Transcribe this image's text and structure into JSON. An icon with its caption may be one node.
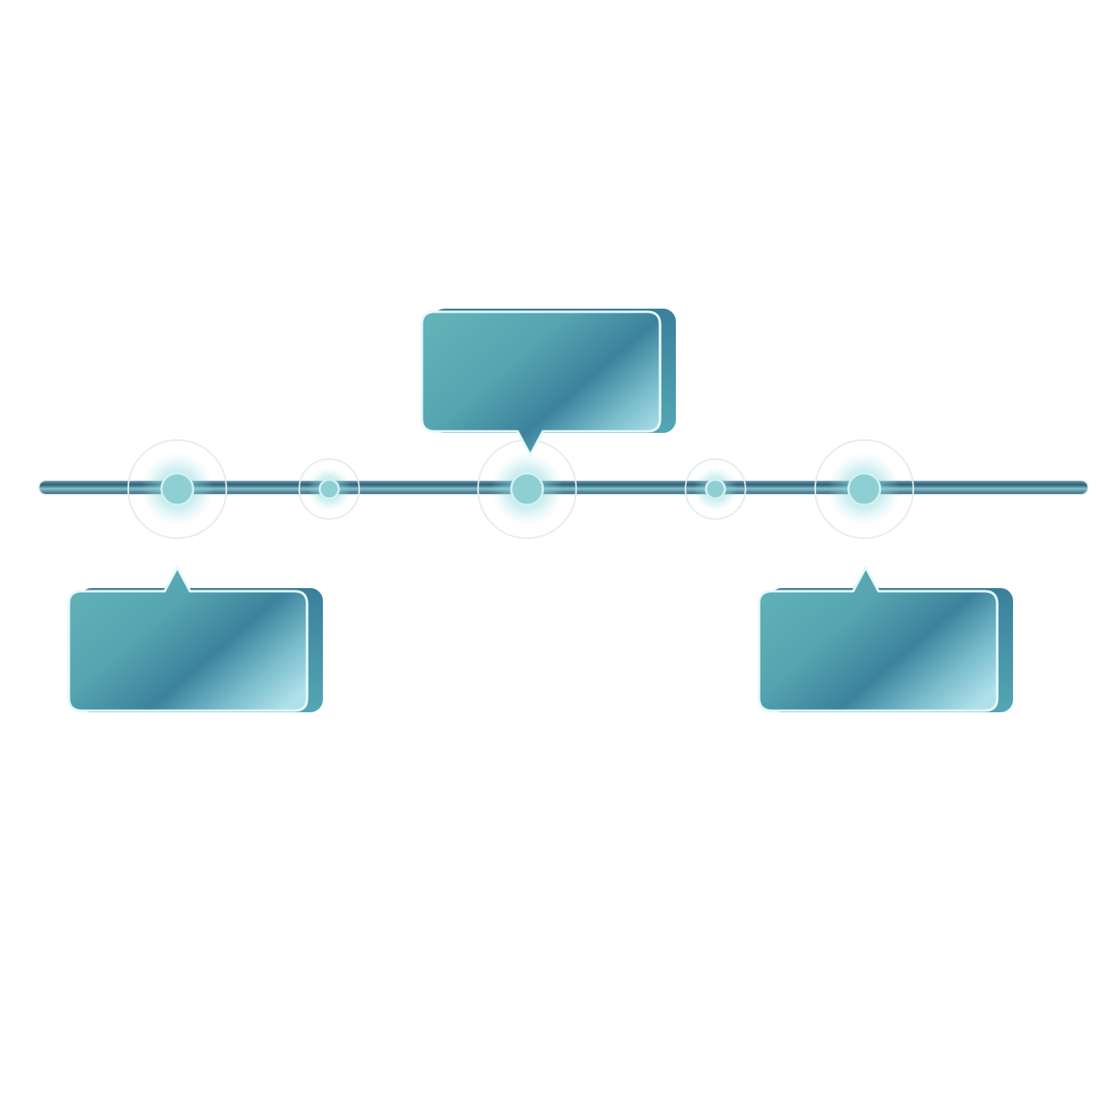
{
  "diagram": {
    "nodes": [
      {
        "text": [],
        "shape": "box"
      },
      {
        "text": [],
        "shape": "bar"
      },
      {
        "text": [],
        "shape": "circle"
      },
      {
        "text": [],
        "shape": "circle"
      },
      {
        "text": [],
        "shape": "circle"
      },
      {
        "text": [],
        "shape": "circle"
      },
      {
        "text": [],
        "shape": "circle"
      },
      {
        "text": [],
        "shape": "box"
      },
      {
        "text": [],
        "shape": "box"
      }
    ]
  }
}
